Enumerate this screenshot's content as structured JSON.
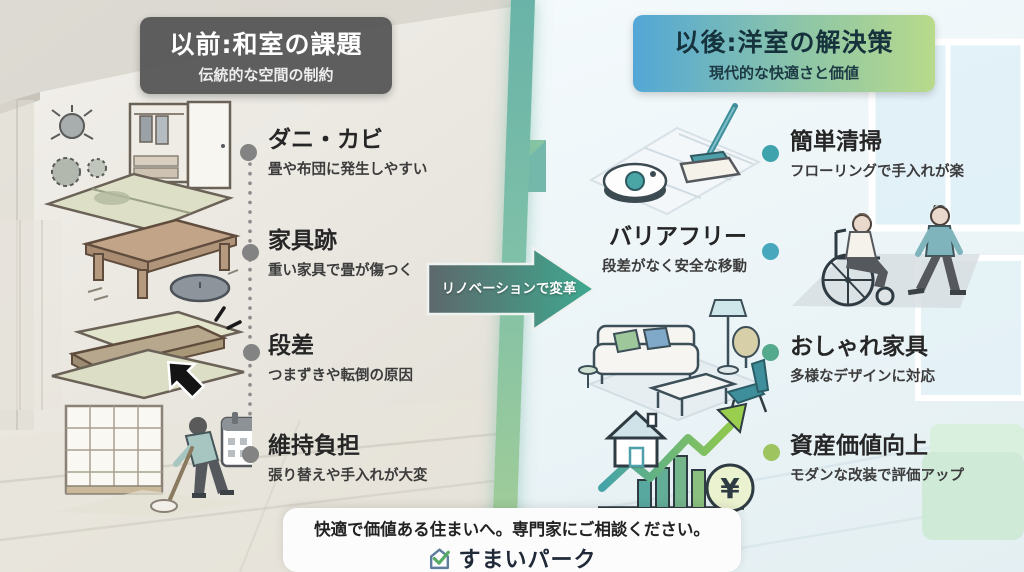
{
  "left_panel": {
    "title": "以前:和室の課題",
    "subtitle": "伝統的な空間の制約",
    "items": [
      {
        "title": "ダニ・カビ",
        "desc": "畳や布団に発生しやすい",
        "icon": "tatami-closet-mite-mold-illustration"
      },
      {
        "title": "家具跡",
        "desc": "重い家具で畳が傷つく",
        "icon": "low-table-cushion-illustration"
      },
      {
        "title": "段差",
        "desc": "つまずきや転倒の原因",
        "icon": "tatami-step-arrow-illustration"
      },
      {
        "title": "維持負担",
        "desc": "張り替えや手入れが大変",
        "icon": "sweeping-person-calendar-illustration"
      }
    ]
  },
  "center": {
    "arrow_label": "リノベーションで変革",
    "icon": "right-arrow-shape"
  },
  "right_panel": {
    "title": "以後:洋室の解決策",
    "subtitle": "現代的な快適さと価値",
    "items": [
      {
        "title": "簡単清掃",
        "desc": "フローリングで手入れが楽",
        "icon": "robot-vacuum-mop-illustration"
      },
      {
        "title": "バリアフリー",
        "desc": "段差がなく安全な移動",
        "icon": "wheelchair-walking-illustration"
      },
      {
        "title": "おしゃれ家具",
        "desc": "多様なデザインに対応",
        "icon": "sofa-set-lamp-illustration"
      },
      {
        "title": "資産価値向上",
        "desc": "モダンな改装で評価アップ",
        "icon": "house-growth-chart-yen-illustration"
      }
    ]
  },
  "footer": {
    "message": "快適で価値ある住まいへ。専門家にご相談ください。",
    "brand": "すまいパーク",
    "brand_icon": "house-check-icon"
  },
  "colors": {
    "left_badge_bg": "#565656",
    "right_badge_from": "#53a7d6",
    "right_badge_to": "#b8da8b",
    "arrow_from": "#5d686c",
    "arrow_to": "#3fa98f",
    "left_bullet": "#838383",
    "right_bullets": [
      "#3fa3ad",
      "#47a8bd",
      "#55a98c",
      "#9dc45f"
    ],
    "divider_from": "#69b3a8",
    "divider_to": "#a7cf96"
  }
}
